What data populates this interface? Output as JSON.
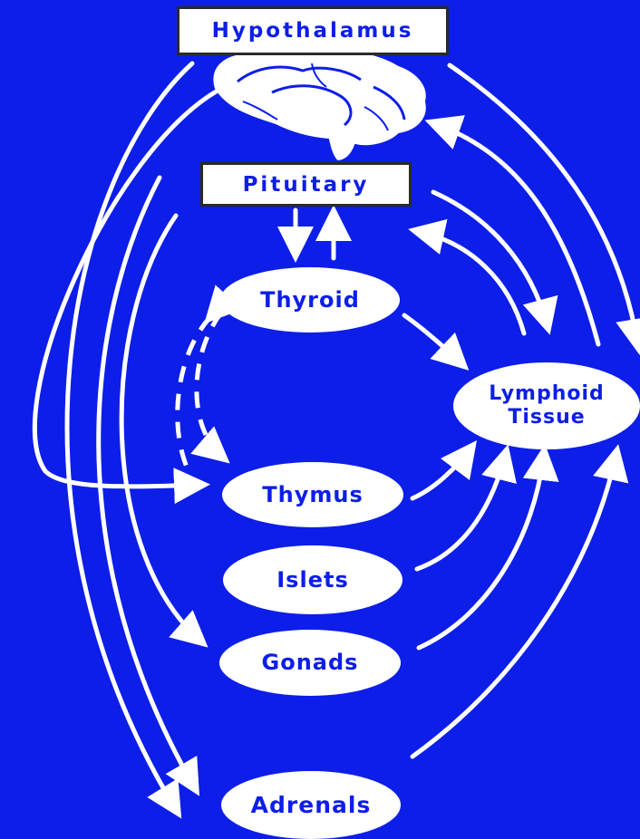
{
  "nodes": {
    "hypothalamus": "Hypothalamus",
    "pituitary": "Pituitary",
    "thyroid": "Thyroid",
    "lymphoid_line1": "Lymphoid",
    "lymphoid_line2": "Tissue",
    "thymus": "Thymus",
    "islets": "Islets",
    "gonads": "Gonads",
    "adrenals": "Adrenals"
  },
  "colors": {
    "background": "#0d1ee8",
    "foreground": "#ffffff",
    "text": "#0d1ee8"
  },
  "icons": {
    "brain": "brain-icon"
  }
}
